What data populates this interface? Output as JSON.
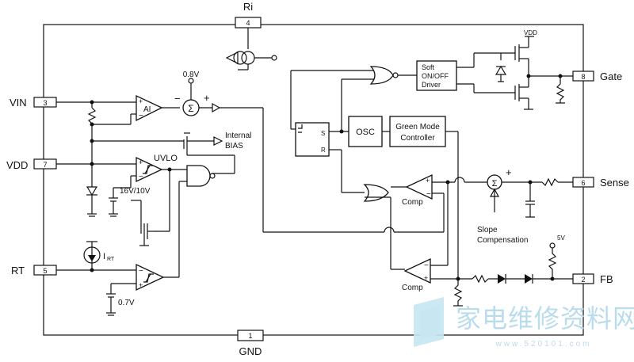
{
  "pins": {
    "ri": {
      "name": "Ri",
      "num": "4"
    },
    "vin": {
      "name": "VIN",
      "num": "3"
    },
    "vdd": {
      "name": "VDD",
      "num": "7"
    },
    "rt": {
      "name": "RT",
      "num": "5"
    },
    "gnd": {
      "name": "GND",
      "num": "1"
    },
    "gate": {
      "name": "Gate",
      "num": "8"
    },
    "sense": {
      "name": "Sense",
      "num": "6"
    },
    "fb": {
      "name": "FB",
      "num": "2"
    }
  },
  "labels": {
    "ref_08v": "0.8V",
    "ai": "AI",
    "plus": "+",
    "minus": "−",
    "internal": "Internal",
    "bias": "BIAS",
    "uvlo": "UVLO",
    "uvlo_thresh": "16V/10V",
    "irt": "I",
    "irt_sub": "RT",
    "ref_07v": "0.7V",
    "latch_s": "S",
    "latch_r": "R",
    "osc": "OSC",
    "green_mode_line1": "Green Mode",
    "green_mode_line2": "Controller",
    "soft_line1": "Soft",
    "soft_line2": "ON/OFF",
    "soft_line3": "Driver",
    "vdd_rail": "VDD",
    "comp1": "Comp",
    "comp2": "Comp",
    "slope_line1": "Slope",
    "slope_line2": "Compensation",
    "v5": "5V",
    "sigma": "Σ"
  },
  "watermark": {
    "text": "家电维修资料网",
    "url": "www.520101.com"
  }
}
